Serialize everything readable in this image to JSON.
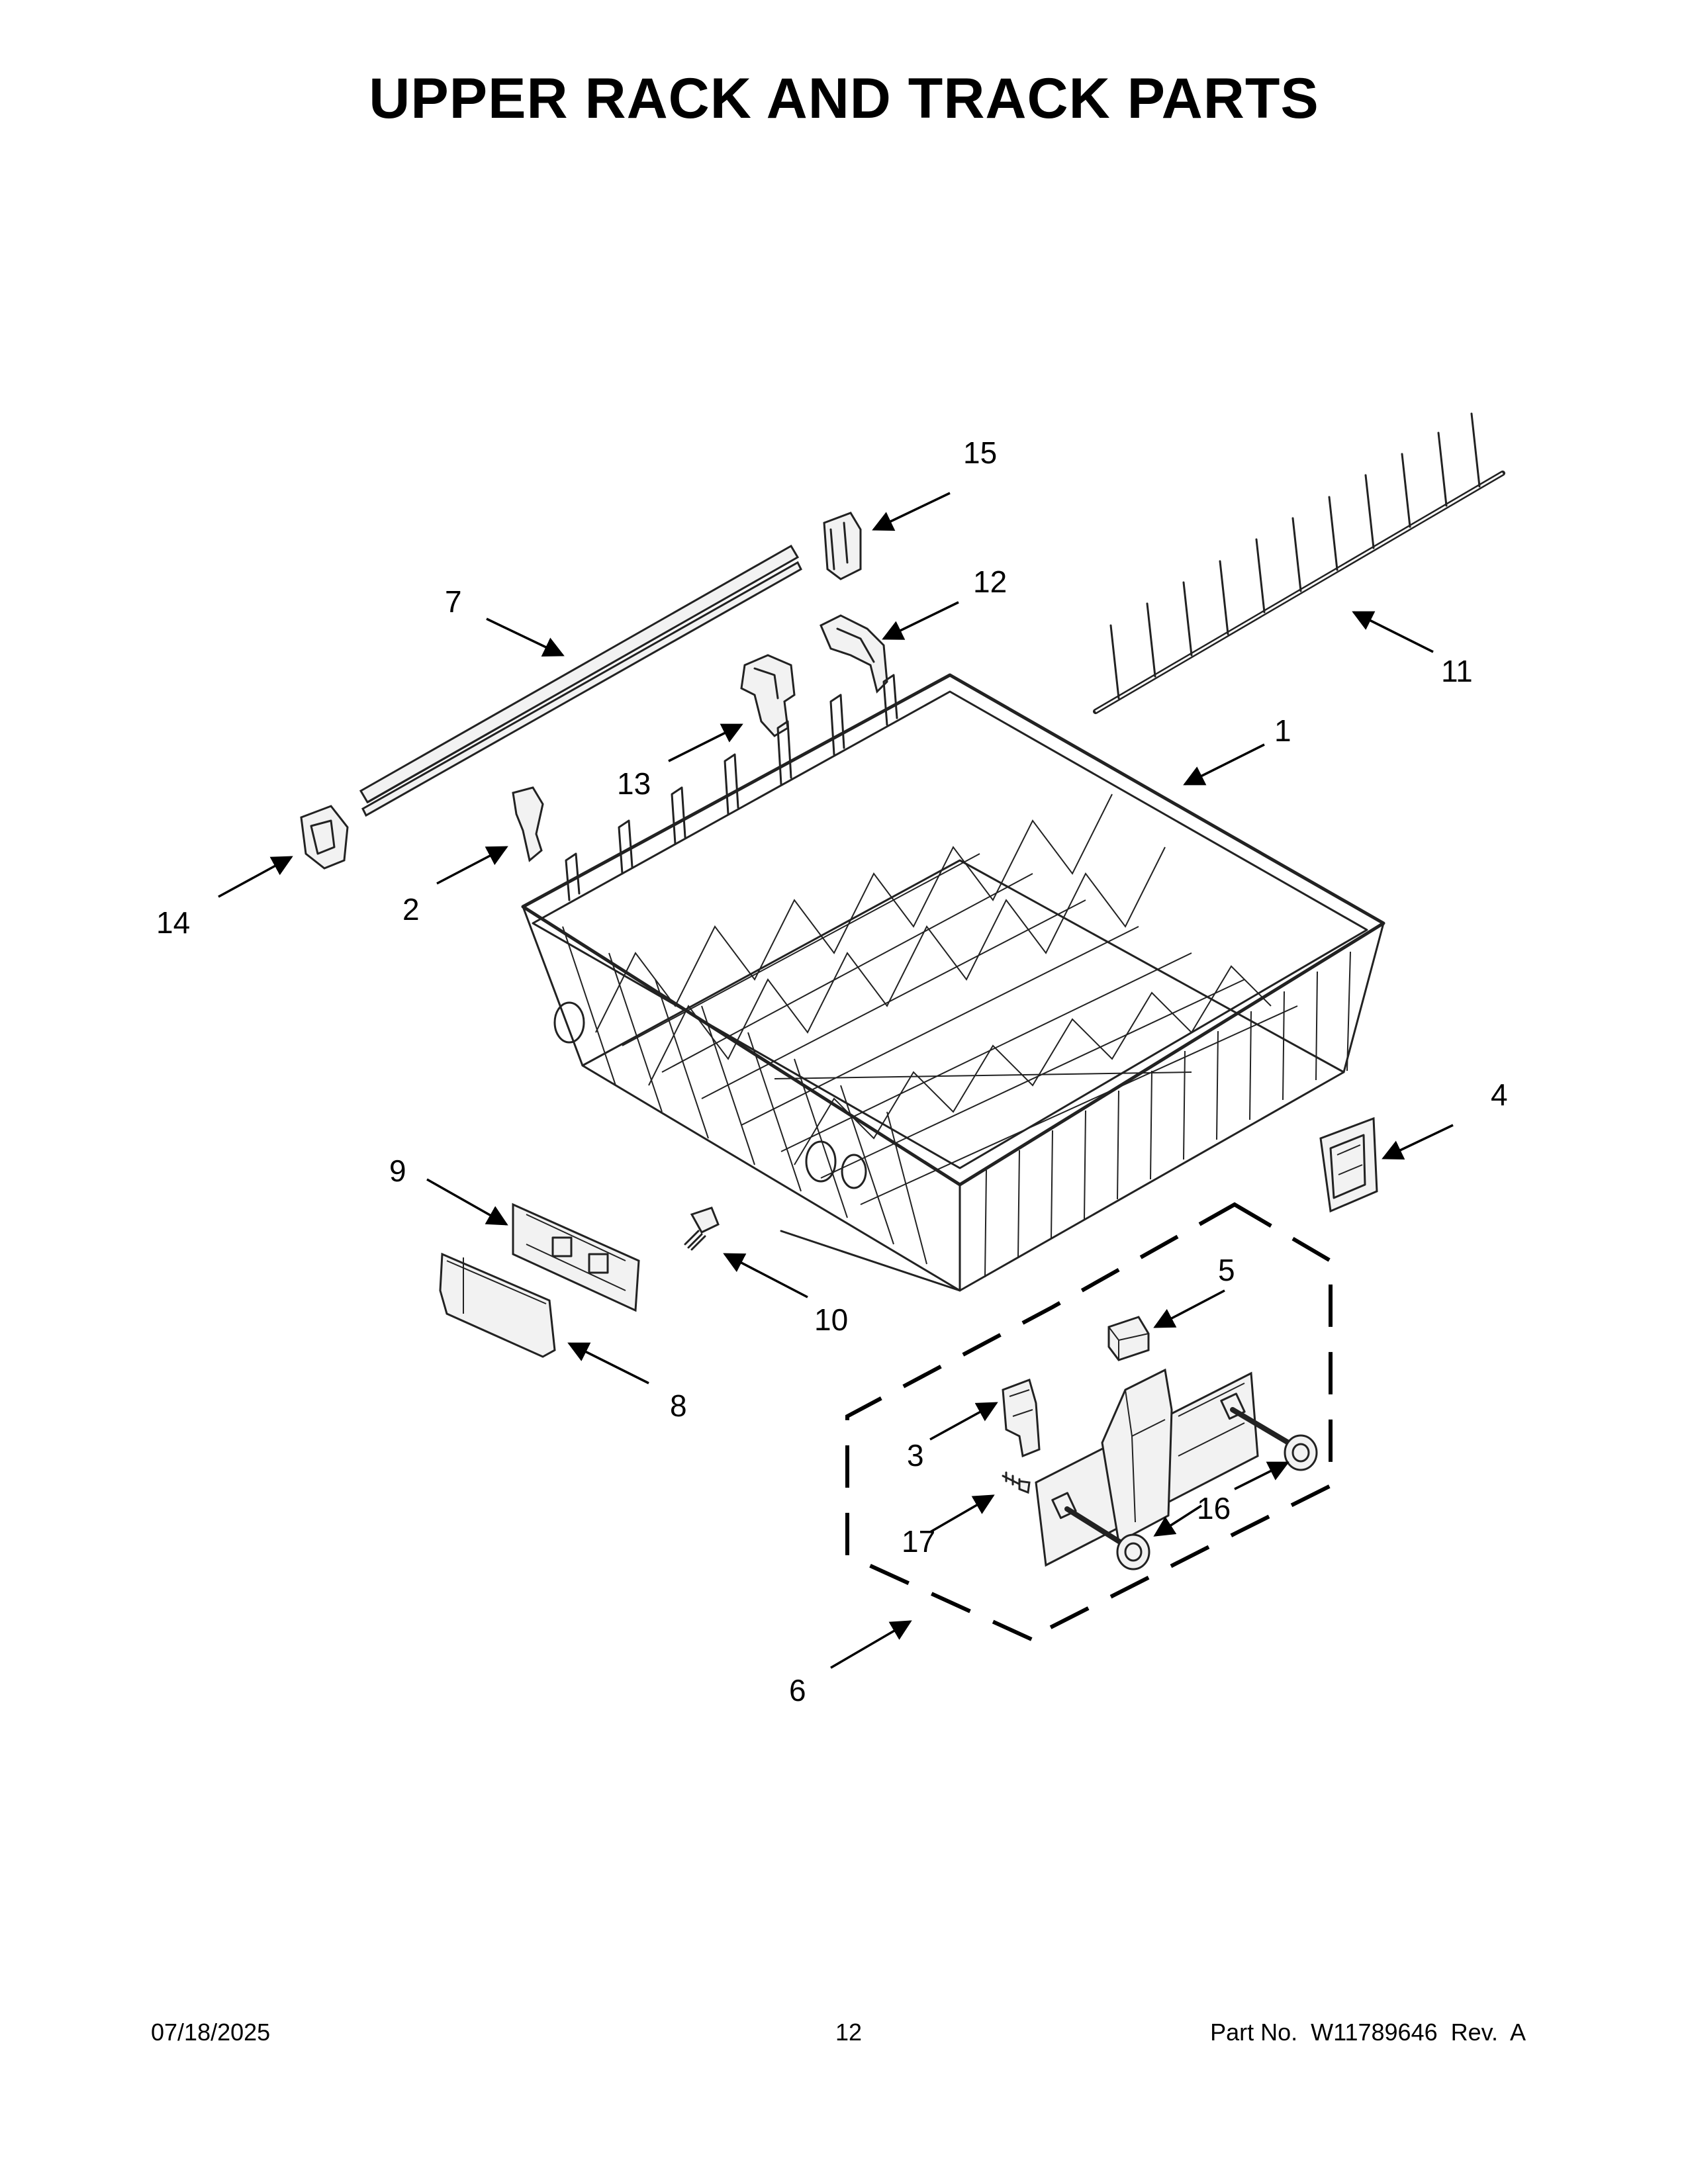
{
  "title": "UPPER RACK AND TRACK PARTS",
  "callouts": [
    {
      "id": "1",
      "label": "1"
    },
    {
      "id": "2",
      "label": "2"
    },
    {
      "id": "3",
      "label": "3"
    },
    {
      "id": "4",
      "label": "4"
    },
    {
      "id": "5",
      "label": "5"
    },
    {
      "id": "6",
      "label": "6"
    },
    {
      "id": "7",
      "label": "7"
    },
    {
      "id": "8",
      "label": "8"
    },
    {
      "id": "9",
      "label": "9"
    },
    {
      "id": "10",
      "label": "10"
    },
    {
      "id": "11",
      "label": "11"
    },
    {
      "id": "12",
      "label": "12"
    },
    {
      "id": "13",
      "label": "13"
    },
    {
      "id": "14",
      "label": "14"
    },
    {
      "id": "15",
      "label": "15"
    },
    {
      "id": "16",
      "label": "16"
    },
    {
      "id": "17",
      "label": "17"
    }
  ],
  "footer": {
    "date": "07/18/2025",
    "page": "12",
    "part_number": "Part No.  W11789646  Rev.  A"
  }
}
